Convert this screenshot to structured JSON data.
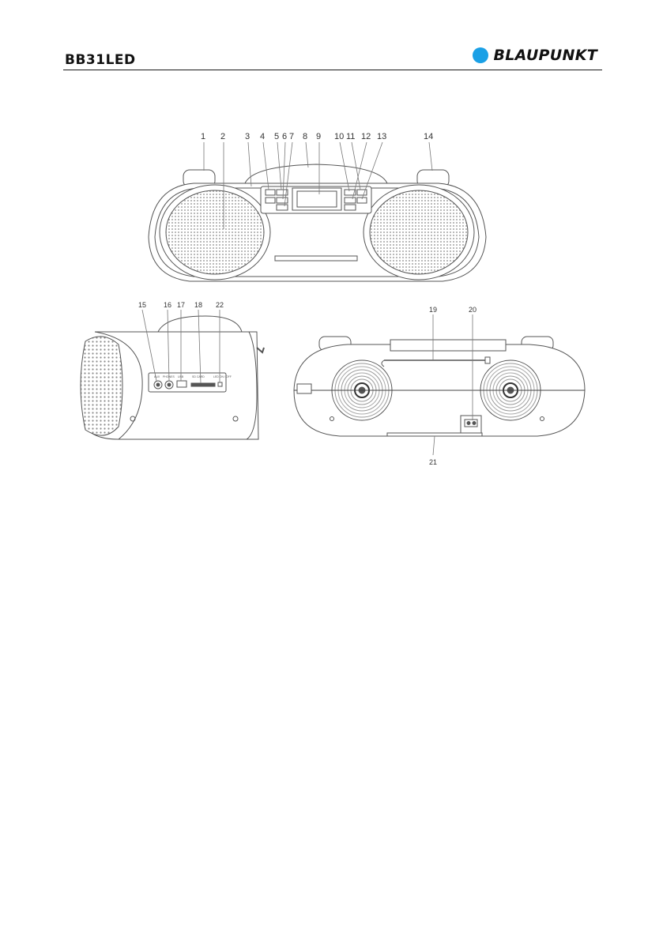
{
  "header": {
    "model": "BB31LED",
    "brand": "BLAUPUNKT",
    "brand_color": "#1aa0e6"
  },
  "front_view": {
    "callouts": [
      "1",
      "2",
      "3",
      "4",
      "5",
      "6",
      "7",
      "8",
      "9",
      "10",
      "11",
      "12",
      "13",
      "14"
    ]
  },
  "side_view": {
    "callouts": [
      "15",
      "16",
      "17",
      "18",
      "22"
    ],
    "port_labels": [
      "AUX",
      "PHONES",
      "USB",
      "SD CARD",
      "LED ON / OFF"
    ]
  },
  "back_view": {
    "callouts": [
      "19",
      "20",
      "21"
    ]
  }
}
